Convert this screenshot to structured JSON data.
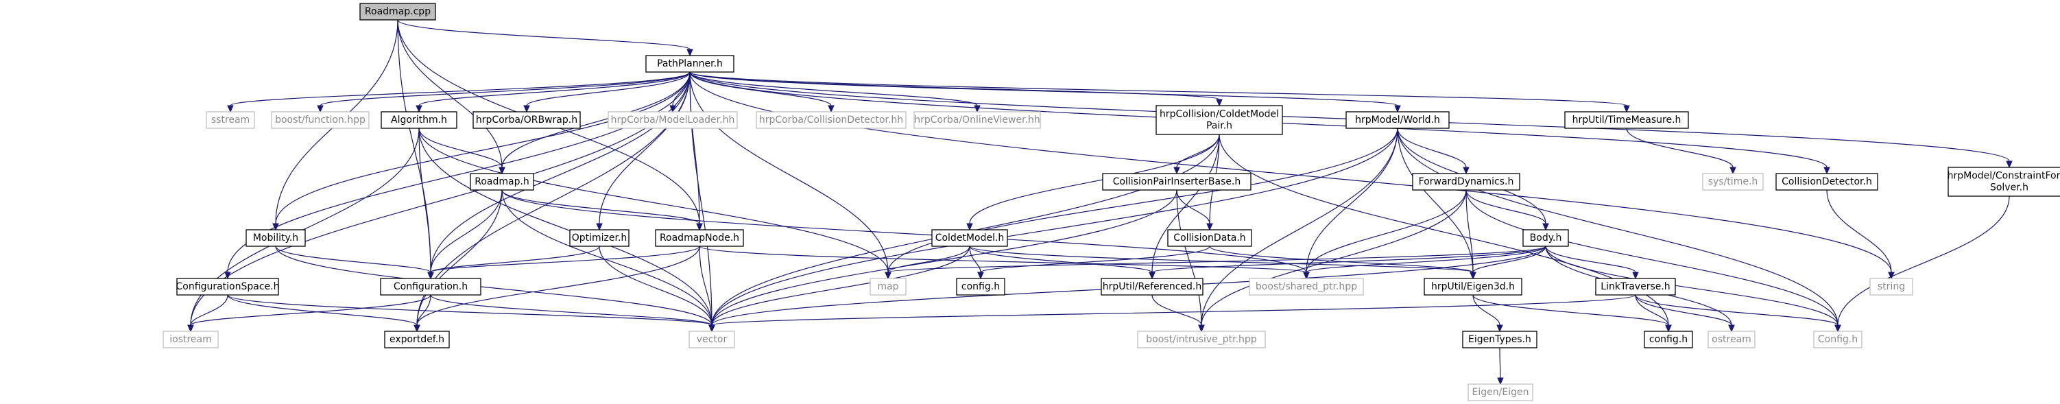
{
  "diagram": {
    "type": "include-dependency-graph",
    "colors": {
      "edge": "#191970",
      "root_fill": "#bfbfbf",
      "documented_border": "#000000",
      "external_border": "#bfbfbf",
      "external_text": "#8a8a8a"
    },
    "nodes": [
      {
        "id": "roadmap_cpp",
        "lines": [
          "Roadmap.cpp"
        ],
        "kind": "root"
      },
      {
        "id": "pathplanner",
        "lines": [
          "PathPlanner.h"
        ],
        "kind": "doc"
      },
      {
        "id": "sstream",
        "lines": [
          "sstream"
        ],
        "kind": "ext"
      },
      {
        "id": "boost_function",
        "lines": [
          "boost/function.hpp"
        ],
        "kind": "ext"
      },
      {
        "id": "algorithm",
        "lines": [
          "Algorithm.h"
        ],
        "kind": "doc"
      },
      {
        "id": "orbwrap",
        "lines": [
          "hrpCorba/ORBwrap.h"
        ],
        "kind": "doc"
      },
      {
        "id": "modelloader",
        "lines": [
          "hrpCorba/ModelLoader.hh"
        ],
        "kind": "ext"
      },
      {
        "id": "collisiondetector_hh",
        "lines": [
          "hrpCorba/CollisionDetector.hh"
        ],
        "kind": "ext"
      },
      {
        "id": "onlineviewer",
        "lines": [
          "hrpCorba/OnlineViewer.hh"
        ],
        "kind": "ext"
      },
      {
        "id": "coldetpair",
        "lines": [
          "hrpCollision/ColdetModel",
          "Pair.h"
        ],
        "kind": "doc"
      },
      {
        "id": "world",
        "lines": [
          "hrpModel/World.h"
        ],
        "kind": "doc"
      },
      {
        "id": "timemeasure",
        "lines": [
          "hrpUtil/TimeMeasure.h"
        ],
        "kind": "doc"
      },
      {
        "id": "constraint",
        "lines": [
          "hrpModel/ConstraintForce",
          "Solver.h"
        ],
        "kind": "doc"
      },
      {
        "id": "roadmap_h",
        "lines": [
          "Roadmap.h"
        ],
        "kind": "doc"
      },
      {
        "id": "pairinserter",
        "lines": [
          "CollisionPairInserterBase.h"
        ],
        "kind": "doc"
      },
      {
        "id": "forwarddyn",
        "lines": [
          "ForwardDynamics.h"
        ],
        "kind": "doc"
      },
      {
        "id": "systime",
        "lines": [
          "sys/time.h"
        ],
        "kind": "ext"
      },
      {
        "id": "colldet_h",
        "lines": [
          "CollisionDetector.h"
        ],
        "kind": "doc"
      },
      {
        "id": "mobility",
        "lines": [
          "Mobility.h"
        ],
        "kind": "doc"
      },
      {
        "id": "optimizer",
        "lines": [
          "Optimizer.h"
        ],
        "kind": "doc"
      },
      {
        "id": "roadmapnode",
        "lines": [
          "RoadmapNode.h"
        ],
        "kind": "doc"
      },
      {
        "id": "coldetmodel",
        "lines": [
          "ColdetModel.h"
        ],
        "kind": "doc"
      },
      {
        "id": "collisiondata",
        "lines": [
          "CollisionData.h"
        ],
        "kind": "doc"
      },
      {
        "id": "body",
        "lines": [
          "Body.h"
        ],
        "kind": "doc"
      },
      {
        "id": "configspace",
        "lines": [
          "ConfigurationSpace.h"
        ],
        "kind": "doc"
      },
      {
        "id": "configuration",
        "lines": [
          "Configuration.h"
        ],
        "kind": "doc"
      },
      {
        "id": "map",
        "lines": [
          "map"
        ],
        "kind": "ext"
      },
      {
        "id": "config_low",
        "lines": [
          "config.h"
        ],
        "kind": "doc"
      },
      {
        "id": "referenced",
        "lines": [
          "hrpUtil/Referenced.h"
        ],
        "kind": "doc"
      },
      {
        "id": "shared_ptr",
        "lines": [
          "boost/shared_ptr.hpp"
        ],
        "kind": "ext"
      },
      {
        "id": "eigen3d",
        "lines": [
          "hrpUtil/Eigen3d.h"
        ],
        "kind": "doc"
      },
      {
        "id": "linktraverse",
        "lines": [
          "LinkTraverse.h"
        ],
        "kind": "doc"
      },
      {
        "id": "string",
        "lines": [
          "string"
        ],
        "kind": "ext"
      },
      {
        "id": "iostream",
        "lines": [
          "iostream"
        ],
        "kind": "ext"
      },
      {
        "id": "exportdef",
        "lines": [
          "exportdef.h"
        ],
        "kind": "doc"
      },
      {
        "id": "vector",
        "lines": [
          "vector"
        ],
        "kind": "ext"
      },
      {
        "id": "intrusive_ptr",
        "lines": [
          "boost/intrusive_ptr.hpp"
        ],
        "kind": "ext"
      },
      {
        "id": "eigentypes",
        "lines": [
          "EigenTypes.h"
        ],
        "kind": "doc"
      },
      {
        "id": "config_h2",
        "lines": [
          "config.h"
        ],
        "kind": "doc"
      },
      {
        "id": "ostream",
        "lines": [
          "ostream"
        ],
        "kind": "ext"
      },
      {
        "id": "config_cap",
        "lines": [
          "Config.h"
        ],
        "kind": "ext"
      },
      {
        "id": "eigen_eigen",
        "lines": [
          "Eigen/Eigen"
        ],
        "kind": "ext"
      }
    ],
    "edges": [
      [
        "roadmap_cpp",
        "pathplanner"
      ],
      [
        "roadmap_cpp",
        "mobility"
      ],
      [
        "roadmap_cpp",
        "configuration"
      ],
      [
        "roadmap_cpp",
        "roadmap_h"
      ],
      [
        "roadmap_cpp",
        "roadmapnode"
      ],
      [
        "pathplanner",
        "sstream"
      ],
      [
        "pathplanner",
        "boost_function"
      ],
      [
        "pathplanner",
        "algorithm"
      ],
      [
        "pathplanner",
        "orbwrap"
      ],
      [
        "pathplanner",
        "modelloader"
      ],
      [
        "pathplanner",
        "collisiondetector_hh"
      ],
      [
        "pathplanner",
        "onlineviewer"
      ],
      [
        "pathplanner",
        "coldetpair"
      ],
      [
        "pathplanner",
        "world"
      ],
      [
        "pathplanner",
        "timemeasure"
      ],
      [
        "pathplanner",
        "colldet_h"
      ],
      [
        "pathplanner",
        "constraint"
      ],
      [
        "pathplanner",
        "string"
      ],
      [
        "pathplanner",
        "iostream"
      ],
      [
        "pathplanner",
        "exportdef"
      ],
      [
        "pathplanner",
        "vector"
      ],
      [
        "pathplanner",
        "map"
      ],
      [
        "pathplanner",
        "mobility"
      ],
      [
        "pathplanner",
        "configspace"
      ],
      [
        "pathplanner",
        "configuration"
      ],
      [
        "pathplanner",
        "roadmap_h"
      ],
      [
        "pathplanner",
        "roadmapnode"
      ],
      [
        "pathplanner",
        "optimizer"
      ],
      [
        "algorithm",
        "roadmap_h"
      ],
      [
        "algorithm",
        "configuration"
      ],
      [
        "algorithm",
        "iostream"
      ],
      [
        "algorithm",
        "vector"
      ],
      [
        "algorithm",
        "map"
      ],
      [
        "roadmap_h",
        "roadmapnode"
      ],
      [
        "roadmap_h",
        "configuration"
      ],
      [
        "roadmap_h",
        "exportdef"
      ],
      [
        "roadmap_h",
        "vector"
      ],
      [
        "roadmap_h",
        "shared_ptr"
      ],
      [
        "roadmapnode",
        "configuration"
      ],
      [
        "roadmapnode",
        "vector"
      ],
      [
        "roadmapnode",
        "exportdef"
      ],
      [
        "roadmapnode",
        "shared_ptr"
      ],
      [
        "mobility",
        "configuration"
      ],
      [
        "mobility",
        "vector"
      ],
      [
        "optimizer",
        "configuration"
      ],
      [
        "optimizer",
        "vector"
      ],
      [
        "configspace",
        "iostream"
      ],
      [
        "configspace",
        "vector"
      ],
      [
        "configspace",
        "exportdef"
      ],
      [
        "configuration",
        "iostream"
      ],
      [
        "configuration",
        "vector"
      ],
      [
        "configuration",
        "exportdef"
      ],
      [
        "coldetpair",
        "coldetmodel"
      ],
      [
        "coldetpair",
        "pairinserter"
      ],
      [
        "coldetpair",
        "collisiondata"
      ],
      [
        "coldetpair",
        "referenced"
      ],
      [
        "coldetpair",
        "config_h2"
      ],
      [
        "coldetpair",
        "vector"
      ],
      [
        "coldetmodel",
        "config_low"
      ],
      [
        "coldetmodel",
        "eigen3d"
      ],
      [
        "coldetmodel",
        "referenced"
      ],
      [
        "coldetmodel",
        "vector"
      ],
      [
        "coldetmodel",
        "map"
      ],
      [
        "pairinserter",
        "collisiondata"
      ],
      [
        "pairinserter",
        "vector"
      ],
      [
        "pairinserter",
        "intrusive_ptr"
      ],
      [
        "collisiondata",
        "eigen3d"
      ],
      [
        "collisiondata",
        "config_low"
      ],
      [
        "world",
        "forwarddyn"
      ],
      [
        "world",
        "body"
      ],
      [
        "world",
        "eigen3d"
      ],
      [
        "world",
        "shared_ptr"
      ],
      [
        "world",
        "intrusive_ptr"
      ],
      [
        "world",
        "vector"
      ],
      [
        "world",
        "map"
      ],
      [
        "world",
        "config_cap"
      ],
      [
        "forwarddyn",
        "body"
      ],
      [
        "forwarddyn",
        "eigen3d"
      ],
      [
        "forwarddyn",
        "shared_ptr"
      ],
      [
        "forwarddyn",
        "config_cap"
      ],
      [
        "forwarddyn",
        "intrusive_ptr"
      ],
      [
        "body",
        "linktraverse"
      ],
      [
        "body",
        "eigen3d"
      ],
      [
        "body",
        "referenced"
      ],
      [
        "body",
        "config_cap"
      ],
      [
        "body",
        "map"
      ],
      [
        "body",
        "vector"
      ],
      [
        "body",
        "ostream"
      ],
      [
        "body",
        "shared_ptr"
      ],
      [
        "linktraverse",
        "config_h2"
      ],
      [
        "linktraverse",
        "ostream"
      ],
      [
        "linktraverse",
        "vector"
      ],
      [
        "linktraverse",
        "config_cap"
      ],
      [
        "referenced",
        "intrusive_ptr"
      ],
      [
        "eigen3d",
        "eigentypes"
      ],
      [
        "eigen3d",
        "config_h2"
      ],
      [
        "eigentypes",
        "eigen_eigen"
      ],
      [
        "timemeasure",
        "systime"
      ],
      [
        "colldet_h",
        "string"
      ],
      [
        "constraint",
        "config_cap"
      ]
    ]
  }
}
